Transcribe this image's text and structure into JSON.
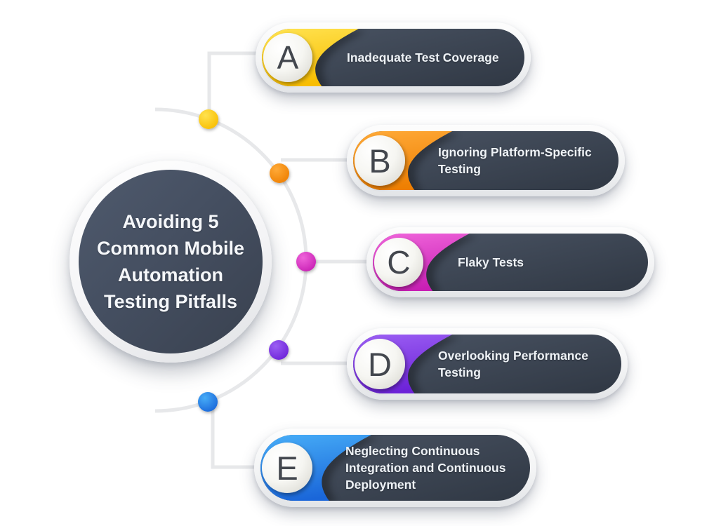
{
  "title": {
    "text": "Avoiding 5\nCommon Mobile\nAutomation\nTesting Pitfalls"
  },
  "items": [
    {
      "letter": "A",
      "label": "Inadequate Test Coverage",
      "color_light": "#ffe24f",
      "color_dark": "#f8bd00"
    },
    {
      "letter": "B",
      "label": "Ignoring Platform-Specific Testing",
      "color_light": "#ffaa38",
      "color_dark": "#ee7f02"
    },
    {
      "letter": "C",
      "label": "Flaky Tests",
      "color_light": "#ef64da",
      "color_dark": "#c81fb4"
    },
    {
      "letter": "D",
      "label": "Overlooking Performance Testing",
      "color_light": "#9b5ef3",
      "color_dark": "#6c22d8"
    },
    {
      "letter": "E",
      "label": "Neglecting Continuous Integration and Continuous Deployment",
      "color_light": "#46acf7",
      "color_dark": "#1a66d9"
    }
  ],
  "colors": {
    "pill_body_light": "#4b5565",
    "pill_body_dark": "#313945",
    "connector": "#e7e8ea",
    "label_text": "#eef2f6",
    "letter_text": "#43474e",
    "center_light": "#4d576a",
    "center_dark": "#3a4250"
  }
}
